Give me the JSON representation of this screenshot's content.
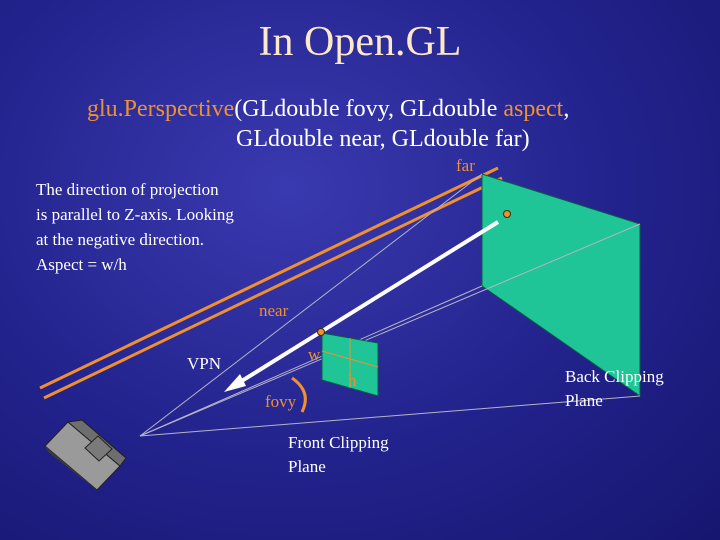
{
  "slide": {
    "title": "In Open.GL",
    "signature": {
      "func": "glu.Perspective",
      "p1": "(GLdouble fovy, GLdouble ",
      "aspect": "aspect",
      "p1_end": ",",
      "line2": "GLdouble near, GLdouble far)"
    },
    "note": [
      "The direction of projection",
      "is parallel to Z-axis. Looking",
      "at the negative direction.",
      "Aspect = w/h"
    ],
    "labels": {
      "far": "far",
      "near": "near",
      "vpn": "VPN",
      "w": "w",
      "h": "h",
      "fovy": "fovy",
      "front_clip": [
        "Front Clipping",
        "Plane"
      ],
      "back_clip": [
        "Back Clipping",
        "Plane"
      ]
    },
    "colors": {
      "background": "#22228c",
      "title": "#fde9c8",
      "accent": "#f0902f",
      "plane": "#1fc596"
    }
  }
}
